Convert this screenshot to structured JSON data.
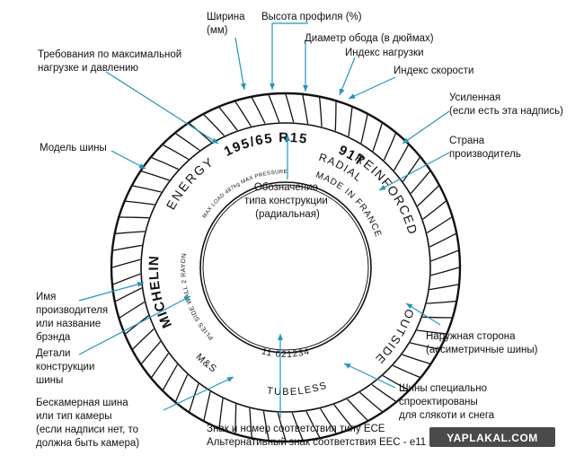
{
  "labels": {
    "width": [
      "Ширина",
      "(мм)"
    ],
    "profile": [
      "Высота профиля (%)"
    ],
    "rim": [
      "Диаметр обода (в дюймах)"
    ],
    "load_index": [
      "Индекс нагрузки"
    ],
    "speed_index": [
      "Индекс скорости"
    ],
    "max_load": [
      "Требования по максимальной",
      "нагрузке и давлению"
    ],
    "reinforced": [
      "Усиленная",
      "(если есть эта надпись)"
    ],
    "model": [
      "Модель шины"
    ],
    "country": [
      "Страна",
      "производитель"
    ],
    "construction": [
      "Обозначение",
      "типа конструкции",
      "(радиальная)"
    ],
    "brand": [
      "Имя",
      "производителя",
      "или название",
      "брэнда"
    ],
    "outside": [
      "Наружная сторона",
      "(ассиметричные шины)"
    ],
    "details": [
      "Детали",
      "конструкции",
      "шины"
    ],
    "ms": [
      "Шины специально",
      "спроектированы",
      "для слякоти и снега"
    ],
    "tubeless": [
      "Бескамерная шина",
      "или тип камеры",
      "(если надписи нет, то",
      "должна быть камера)"
    ],
    "ece": [
      "Знак и номер соответствия типу ECE",
      "Альтернативный знак соответствия ЕЕС - е11"
    ]
  },
  "tire_marks": {
    "size": "195/65 R15",
    "load_speed": "91T",
    "radial": "RADIAL",
    "energy": "ENERGY",
    "reinforced": "REINFORCED",
    "max_load": "MAX LOAD 487kg MAX PRESSURE",
    "made_in": "MADE IN FRANCE",
    "brand": "MICHELIN",
    "plies": "PLIES SIDE WALL 2 RAYON",
    "outside": "OUTSIDE",
    "ece_number": "11 021234",
    "ms": "M&S",
    "tubeless": "TUBELESS"
  },
  "watermark": "YAPLAKAL.COM",
  "colors": {
    "leader": "#1a97c9",
    "ink": "#111111"
  }
}
